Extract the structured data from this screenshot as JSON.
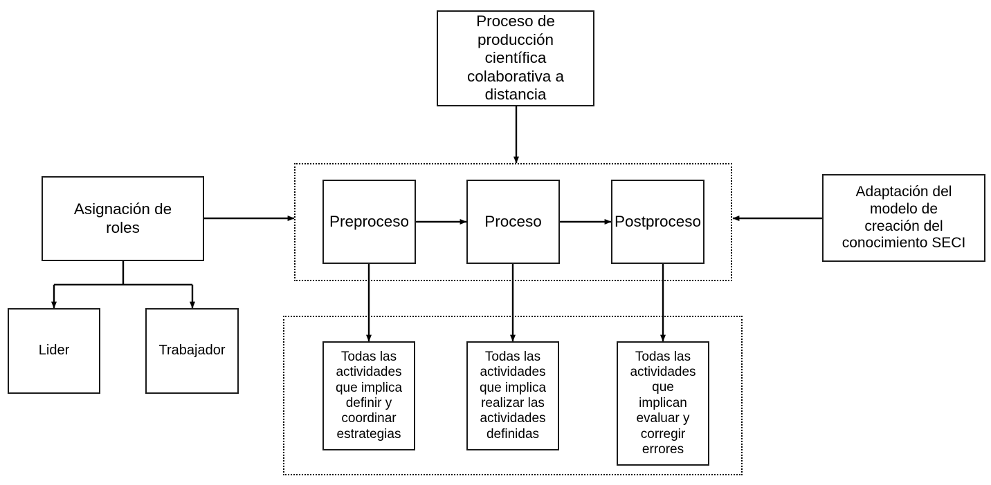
{
  "diagram": {
    "title_node": {
      "name": "proceso-produccion-cientifica",
      "text": "Proceso de\nproducción\ncientífica\ncolaborativa a\ndistancia"
    },
    "roles_node": {
      "name": "asignacion-de-roles",
      "text": "Asignación de\nroles"
    },
    "role_children": [
      {
        "name": "lider",
        "text": "Lider"
      },
      {
        "name": "trabajador",
        "text": "Trabajador"
      }
    ],
    "seci_node": {
      "name": "adaptacion-modelo-seci",
      "text": "Adaptación del\nmodelo  de\ncreación  del\nconocimiento SECI"
    },
    "process_group": {
      "name": "process-stage-group",
      "stages": [
        {
          "name": "preproceso",
          "text": "Preproceso"
        },
        {
          "name": "proceso",
          "text": "Proceso"
        },
        {
          "name": "postproceso",
          "text": "Postproceso"
        }
      ]
    },
    "activities_group": {
      "name": "activities-group",
      "activities": [
        {
          "name": "actividades-preproceso",
          "text": "Todas las\nactividades\nque implica\ndefinir y\ncoordinar\nestrategias"
        },
        {
          "name": "actividades-proceso",
          "text": "Todas las\nactividades\nque implica\nrealizar las\nactividades\ndefinidas"
        },
        {
          "name": "actividades-postproceso",
          "text": "Todas las\nactividades\nque\nimplican\nevaluar  y\ncorregir\nerrores"
        }
      ]
    },
    "colors": {
      "stroke": "#000000",
      "box_border": "#1a1a1a",
      "background": "#ffffff",
      "text": "#000000"
    }
  }
}
